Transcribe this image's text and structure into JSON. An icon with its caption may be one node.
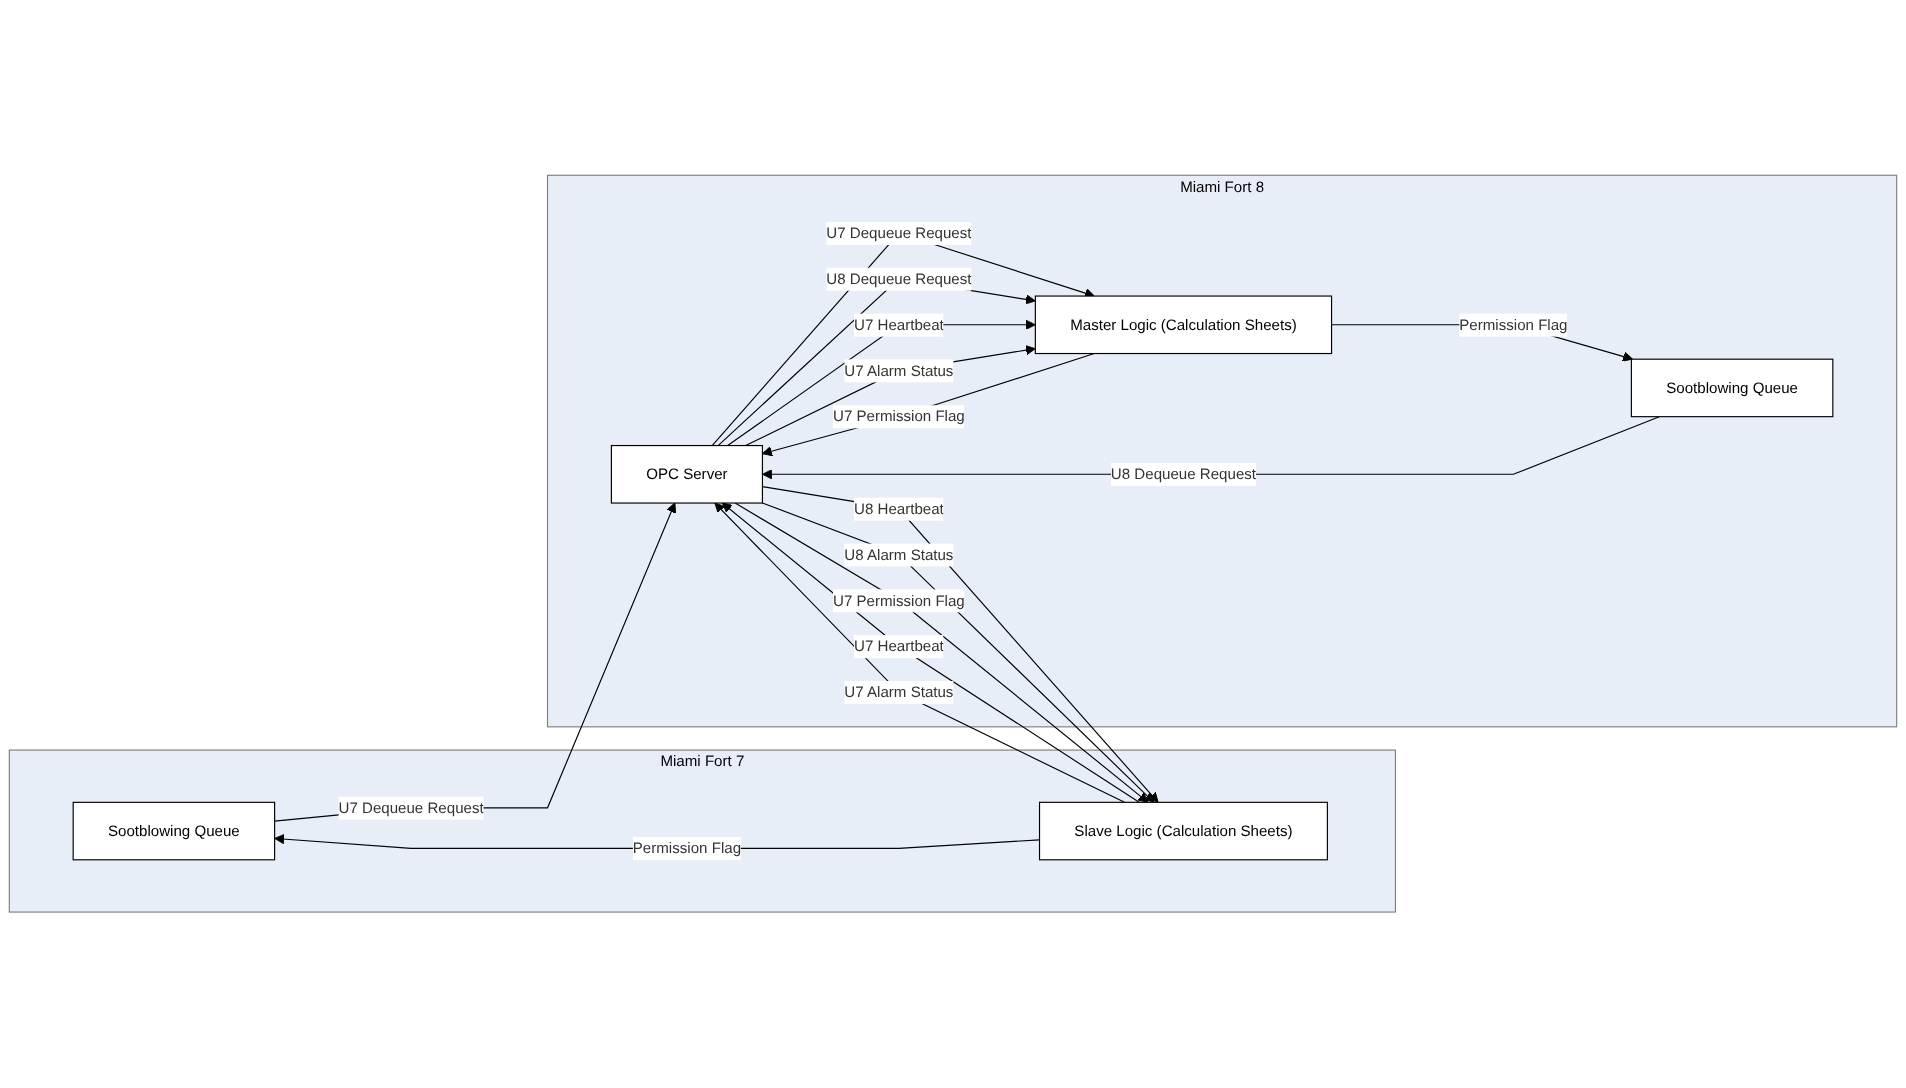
{
  "diagram": {
    "nodes": [
      {
        "text": [
          "Miami Fort 7"
        ]
      },
      {
        "text": [
          "Sootblowing Queue"
        ],
        "in": 0
      },
      {
        "text": [
          "Slave Logic (Calculation Sheets)"
        ],
        "in": 0
      },
      {
        "text": [
          "Miami Fort 8"
        ]
      },
      {
        "text": [
          "OPC Server"
        ],
        "in": 3
      },
      {
        "text": [
          "Sootblowing Queue"
        ],
        "in": 3
      },
      {
        "text": [
          "Master Logic (Calculation Sheets)"
        ],
        "in": 3
      }
    ],
    "edges": [
      {
        "from": 2,
        "to": 1,
        "arrow": "to",
        "label": "Permission Flag"
      },
      {
        "from": 1,
        "to": 4,
        "arrow": "to",
        "label": "U7 Dequeue Request"
      },
      {
        "from": 5,
        "to": 4,
        "arrow": "to",
        "label": "U8 Dequeue Request"
      },
      {
        "from": 6,
        "to": 5,
        "arrow": "to",
        "label": "Permission Flag"
      },
      {
        "from": 2,
        "to": 4,
        "arrow": "to",
        "label": "U7 Heartbeat"
      },
      {
        "from": 2,
        "to": 4,
        "arrow": "to",
        "label": "U7 Alarm Status"
      },
      {
        "from": 4,
        "to": 6,
        "arrow": "to",
        "label": "U7 Dequeue Request"
      },
      {
        "from": 4,
        "to": 6,
        "arrow": "to",
        "label": "U8 Dequeue Request"
      },
      {
        "from": 4,
        "to": 2,
        "arrow": "to",
        "label": "U8 Heartbeat"
      },
      {
        "from": 4,
        "to": 6,
        "arrow": "to",
        "label": "U7 Heartbeat"
      },
      {
        "from": 4,
        "to": 6,
        "arrow": "to",
        "label": "U7 Alarm Status"
      },
      {
        "from": 4,
        "to": 2,
        "arrow": "to",
        "label": "U8 Alarm Status"
      },
      {
        "from": 6,
        "to": 4,
        "arrow": "to",
        "label": "U7 Permission Flag"
      },
      {
        "from": 4,
        "to": 2,
        "arrow": "to",
        "label": "U7 Permission Flag"
      }
    ]
  }
}
